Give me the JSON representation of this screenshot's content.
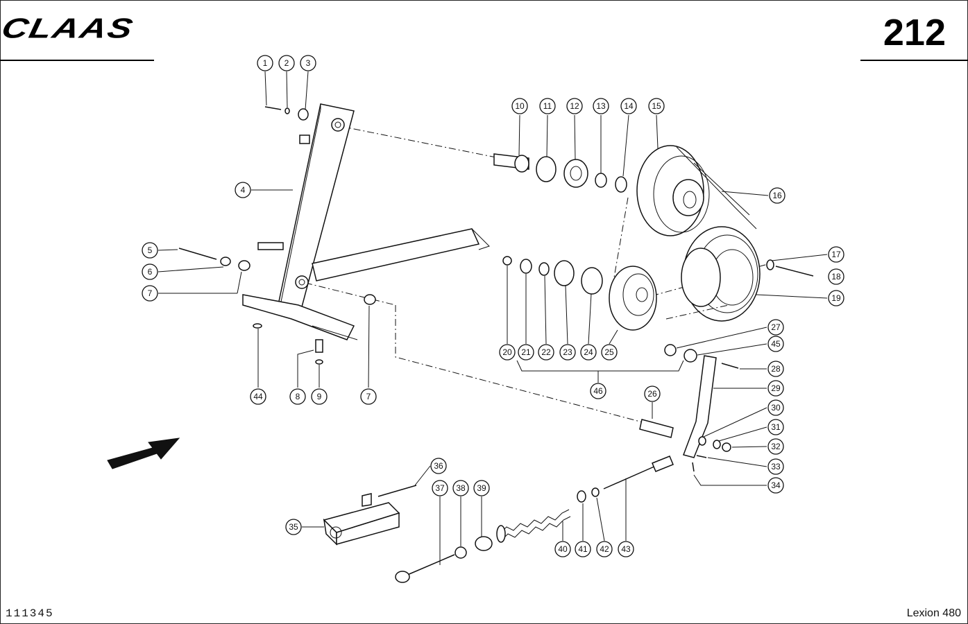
{
  "header": {
    "brand": "CLAAS",
    "page_number": "212"
  },
  "footer": {
    "drawing_id": "111345",
    "model": "Lexion 480"
  },
  "callouts": [
    {
      "id": "c1",
      "label": "1"
    },
    {
      "id": "c2",
      "label": "2"
    },
    {
      "id": "c3",
      "label": "3"
    },
    {
      "id": "c4",
      "label": "4"
    },
    {
      "id": "c5",
      "label": "5"
    },
    {
      "id": "c6",
      "label": "6"
    },
    {
      "id": "c7a",
      "label": "7"
    },
    {
      "id": "c7b",
      "label": "7"
    },
    {
      "id": "c8",
      "label": "8"
    },
    {
      "id": "c9",
      "label": "9"
    },
    {
      "id": "c10",
      "label": "10"
    },
    {
      "id": "c11",
      "label": "11"
    },
    {
      "id": "c12",
      "label": "12"
    },
    {
      "id": "c13",
      "label": "13"
    },
    {
      "id": "c14",
      "label": "14"
    },
    {
      "id": "c15",
      "label": "15"
    },
    {
      "id": "c16",
      "label": "16"
    },
    {
      "id": "c17",
      "label": "17"
    },
    {
      "id": "c18",
      "label": "18"
    },
    {
      "id": "c19",
      "label": "19"
    },
    {
      "id": "c20",
      "label": "20"
    },
    {
      "id": "c21",
      "label": "21"
    },
    {
      "id": "c22",
      "label": "22"
    },
    {
      "id": "c23",
      "label": "23"
    },
    {
      "id": "c24",
      "label": "24"
    },
    {
      "id": "c25",
      "label": "25"
    },
    {
      "id": "c26",
      "label": "26"
    },
    {
      "id": "c27",
      "label": "27"
    },
    {
      "id": "c28",
      "label": "28"
    },
    {
      "id": "c29",
      "label": "29"
    },
    {
      "id": "c30",
      "label": "30"
    },
    {
      "id": "c31",
      "label": "31"
    },
    {
      "id": "c32",
      "label": "32"
    },
    {
      "id": "c33",
      "label": "33"
    },
    {
      "id": "c34",
      "label": "34"
    },
    {
      "id": "c35",
      "label": "35"
    },
    {
      "id": "c36",
      "label": "36"
    },
    {
      "id": "c37",
      "label": "37"
    },
    {
      "id": "c38",
      "label": "38"
    },
    {
      "id": "c39",
      "label": "39"
    },
    {
      "id": "c40",
      "label": "40"
    },
    {
      "id": "c41",
      "label": "41"
    },
    {
      "id": "c42",
      "label": "42"
    },
    {
      "id": "c43",
      "label": "43"
    },
    {
      "id": "c44",
      "label": "44"
    },
    {
      "id": "c45",
      "label": "45"
    },
    {
      "id": "c46",
      "label": "46"
    }
  ]
}
